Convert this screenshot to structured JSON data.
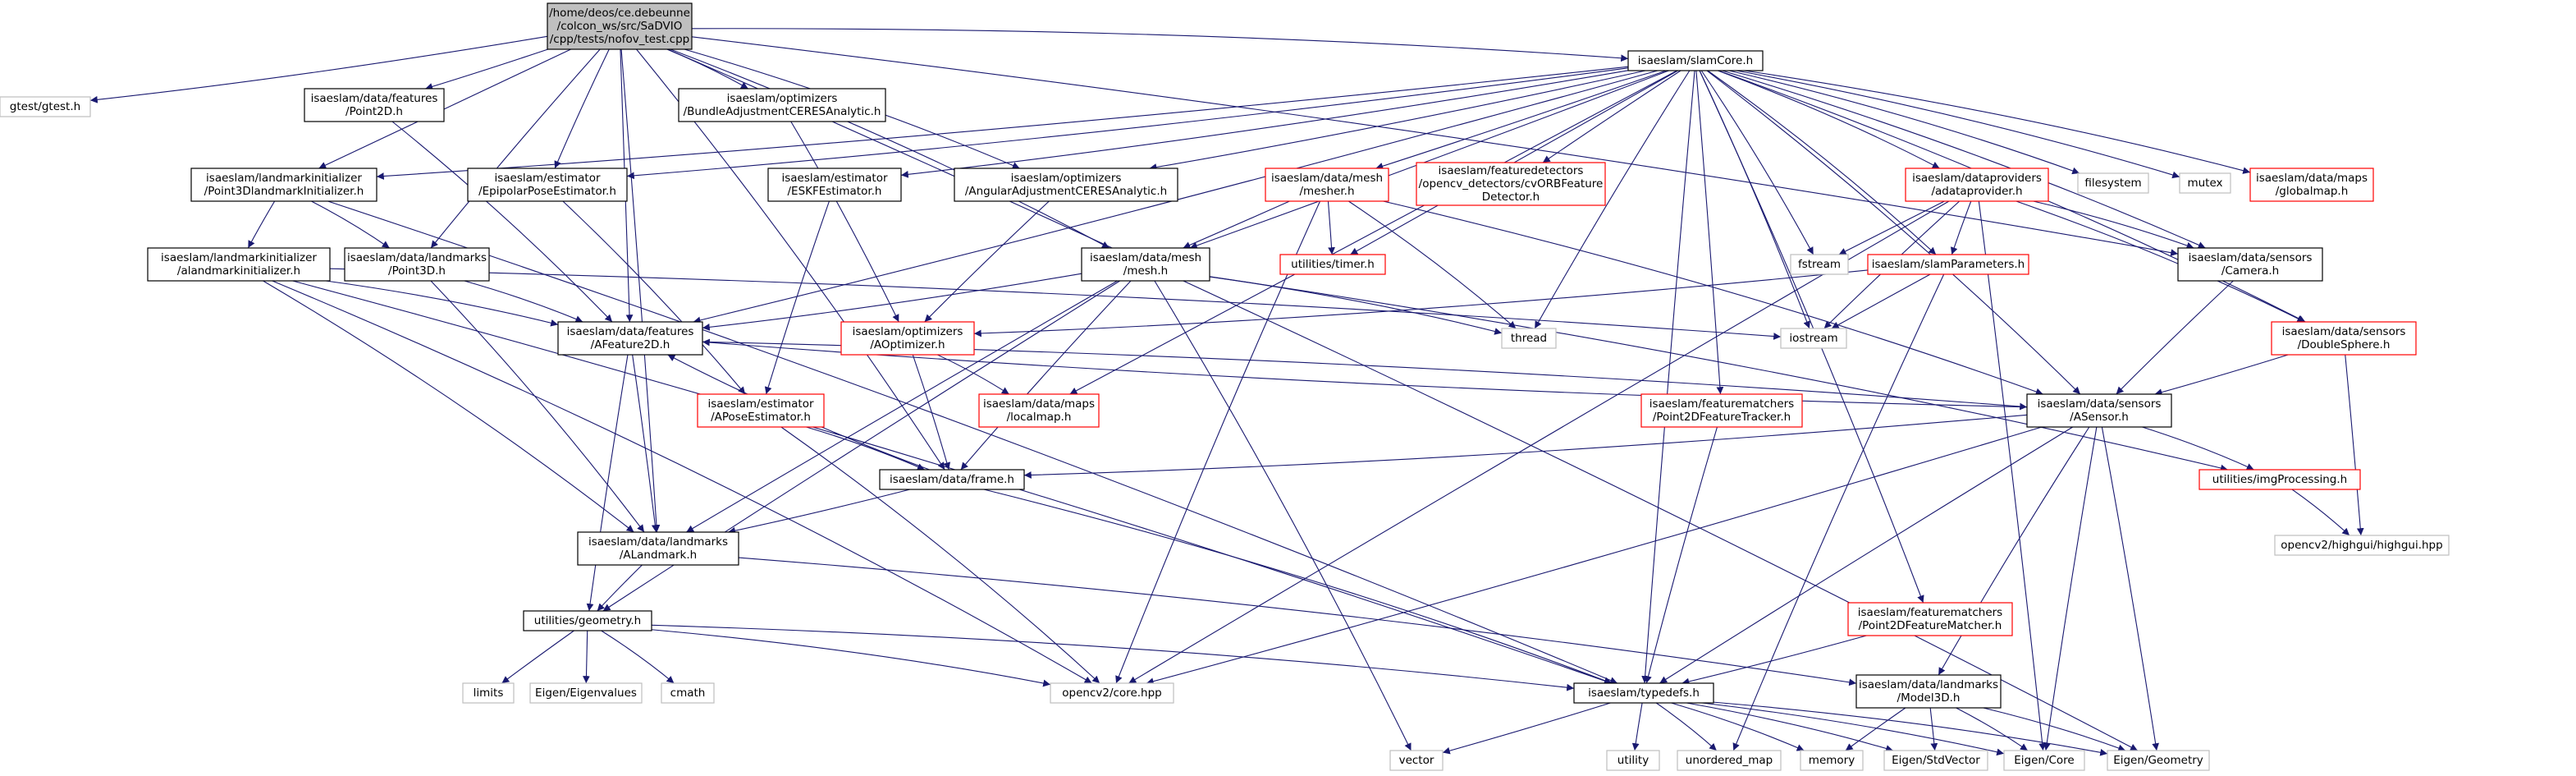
{
  "colors": {
    "edge": "#191970",
    "root_fill": "#bfbfbf",
    "root_border": "#000000",
    "doc_border": "#000000",
    "truncated_border": "#ff0000",
    "system_border": "#bfbfbf",
    "system_text": "#666666"
  },
  "nodes": [
    {
      "id": "root",
      "kind": "root",
      "lines": [
        "/home/deos/ce.debeunne",
        "/colcon_ws/src/SaDVIO",
        "/cpp/tests/nofov_test.cpp"
      ]
    },
    {
      "id": "gtest",
      "kind": "system",
      "lines": [
        "gtest/gtest.h"
      ]
    },
    {
      "id": "point2d",
      "kind": "doc",
      "lines": [
        "isaeslam/data/features",
        "/Point2D.h"
      ]
    },
    {
      "id": "bacere",
      "kind": "doc",
      "lines": [
        "isaeslam/optimizers",
        "/BundleAdjustmentCERESAnalytic.h"
      ]
    },
    {
      "id": "slamcore",
      "kind": "doc",
      "lines": [
        "isaeslam/slamCore.h"
      ]
    },
    {
      "id": "p3dinit",
      "kind": "doc",
      "lines": [
        "isaeslam/landmarkinitializer",
        "/Point3DlandmarkInitializer.h"
      ]
    },
    {
      "id": "epipolar",
      "kind": "doc",
      "lines": [
        "isaeslam/estimator",
        "/EpipolarPoseEstimator.h"
      ]
    },
    {
      "id": "eskf",
      "kind": "doc",
      "lines": [
        "isaeslam/estimator",
        "/ESKFEstimator.h"
      ]
    },
    {
      "id": "angular",
      "kind": "doc",
      "lines": [
        "isaeslam/optimizers",
        "/AngularAdjustmentCERESAnalytic.h"
      ]
    },
    {
      "id": "mesher",
      "kind": "truncated",
      "lines": [
        "isaeslam/data/mesh",
        "/mesher.h"
      ]
    },
    {
      "id": "orbdet",
      "kind": "truncated",
      "lines": [
        "isaeslam/featuredetectors",
        "/opencv_detectors/cvORBFeature",
        "Detector.h"
      ]
    },
    {
      "id": "adataprov",
      "kind": "truncated",
      "lines": [
        "isaeslam/dataproviders",
        "/adataprovider.h"
      ]
    },
    {
      "id": "filesystem",
      "kind": "system",
      "lines": [
        "filesystem"
      ]
    },
    {
      "id": "mutex",
      "kind": "system",
      "lines": [
        "mutex"
      ]
    },
    {
      "id": "globalmap",
      "kind": "truncated",
      "lines": [
        "isaeslam/data/maps",
        "/globalmap.h"
      ]
    },
    {
      "id": "alandinit",
      "kind": "doc",
      "lines": [
        "isaeslam/landmarkinitializer",
        "/alandmarkinitializer.h"
      ]
    },
    {
      "id": "point3d",
      "kind": "doc",
      "lines": [
        "isaeslam/data/landmarks",
        "/Point3D.h"
      ]
    },
    {
      "id": "meshh",
      "kind": "doc",
      "lines": [
        "isaeslam/data/mesh",
        "/mesh.h"
      ]
    },
    {
      "id": "timer",
      "kind": "truncated",
      "lines": [
        "utilities/timer.h"
      ]
    },
    {
      "id": "fstream",
      "kind": "system",
      "lines": [
        "fstream"
      ]
    },
    {
      "id": "slamparams",
      "kind": "truncated",
      "lines": [
        "isaeslam/slamParameters.h"
      ]
    },
    {
      "id": "camera",
      "kind": "doc",
      "lines": [
        "isaeslam/data/sensors",
        "/Camera.h"
      ]
    },
    {
      "id": "afeature2d",
      "kind": "doc",
      "lines": [
        "isaeslam/data/features",
        "/AFeature2D.h"
      ]
    },
    {
      "id": "aoptimizer",
      "kind": "truncated",
      "lines": [
        "isaeslam/optimizers",
        "/AOptimizer.h"
      ]
    },
    {
      "id": "thread",
      "kind": "system",
      "lines": [
        "thread"
      ]
    },
    {
      "id": "iostream",
      "kind": "system",
      "lines": [
        "iostream"
      ]
    },
    {
      "id": "doublesphere",
      "kind": "truncated",
      "lines": [
        "isaeslam/data/sensors",
        "/DoubleSphere.h"
      ]
    },
    {
      "id": "aposeest",
      "kind": "truncated",
      "lines": [
        "isaeslam/estimator",
        "/APoseEstimator.h"
      ]
    },
    {
      "id": "localmap",
      "kind": "truncated",
      "lines": [
        "isaeslam/data/maps",
        "/localmap.h"
      ]
    },
    {
      "id": "p2dtracker",
      "kind": "truncated",
      "lines": [
        "isaeslam/featurematchers",
        "/Point2DFeatureTracker.h"
      ]
    },
    {
      "id": "asensor",
      "kind": "doc",
      "lines": [
        "isaeslam/data/sensors",
        "/ASensor.h"
      ]
    },
    {
      "id": "frame",
      "kind": "doc",
      "lines": [
        "isaeslam/data/frame.h"
      ]
    },
    {
      "id": "imgproc",
      "kind": "truncated",
      "lines": [
        "utilities/imgProcessing.h"
      ]
    },
    {
      "id": "alandmark",
      "kind": "doc",
      "lines": [
        "isaeslam/data/landmarks",
        "/ALandmark.h"
      ]
    },
    {
      "id": "highgui",
      "kind": "system",
      "lines": [
        "opencv2/highgui/highgui.hpp"
      ]
    },
    {
      "id": "geometry",
      "kind": "doc",
      "lines": [
        "utilities/geometry.h"
      ]
    },
    {
      "id": "p2dmatcher",
      "kind": "truncated",
      "lines": [
        "isaeslam/featurematchers",
        "/Point2DFeatureMatcher.h"
      ]
    },
    {
      "id": "limits",
      "kind": "system",
      "lines": [
        "limits"
      ]
    },
    {
      "id": "eigvals",
      "kind": "system",
      "lines": [
        "Eigen/Eigenvalues"
      ]
    },
    {
      "id": "cmath",
      "kind": "system",
      "lines": [
        "cmath"
      ]
    },
    {
      "id": "cvcore",
      "kind": "system",
      "lines": [
        "opencv2/core.hpp"
      ]
    },
    {
      "id": "typedefs",
      "kind": "doc",
      "lines": [
        "isaeslam/typedefs.h"
      ]
    },
    {
      "id": "model3d",
      "kind": "doc",
      "lines": [
        "isaeslam/data/landmarks",
        "/Model3D.h"
      ]
    },
    {
      "id": "vector",
      "kind": "system",
      "lines": [
        "vector"
      ]
    },
    {
      "id": "utility",
      "kind": "system",
      "lines": [
        "utility"
      ]
    },
    {
      "id": "umap",
      "kind": "system",
      "lines": [
        "unordered_map"
      ]
    },
    {
      "id": "memory",
      "kind": "system",
      "lines": [
        "memory"
      ]
    },
    {
      "id": "stdvector",
      "kind": "system",
      "lines": [
        "Eigen/StdVector"
      ]
    },
    {
      "id": "eigcore",
      "kind": "system",
      "lines": [
        "Eigen/Core"
      ]
    },
    {
      "id": "eiggeom",
      "kind": "system",
      "lines": [
        "Eigen/Geometry"
      ]
    }
  ],
  "edges": [
    [
      "root",
      "gtest"
    ],
    [
      "root",
      "point2d"
    ],
    [
      "root",
      "bacere"
    ],
    [
      "root",
      "slamcore"
    ],
    [
      "root",
      "p3dinit"
    ],
    [
      "root",
      "epipolar"
    ],
    [
      "root",
      "angular"
    ],
    [
      "root",
      "point3d"
    ],
    [
      "root",
      "alandmark"
    ],
    [
      "root",
      "frame"
    ],
    [
      "root",
      "afeature2d"
    ],
    [
      "root",
      "meshh"
    ],
    [
      "root",
      "camera"
    ],
    [
      "root",
      "eiggeom"
    ],
    [
      "point2d",
      "afeature2d"
    ],
    [
      "bacere",
      "aoptimizer"
    ],
    [
      "slamcore",
      "p3dinit"
    ],
    [
      "slamcore",
      "epipolar"
    ],
    [
      "slamcore",
      "eskf"
    ],
    [
      "slamcore",
      "angular"
    ],
    [
      "slamcore",
      "mesher"
    ],
    [
      "slamcore",
      "orbdet"
    ],
    [
      "slamcore",
      "adataprov"
    ],
    [
      "slamcore",
      "filesystem"
    ],
    [
      "slamcore",
      "mutex"
    ],
    [
      "slamcore",
      "globalmap"
    ],
    [
      "slamcore",
      "afeature2d"
    ],
    [
      "slamcore",
      "meshh"
    ],
    [
      "slamcore",
      "timer"
    ],
    [
      "slamcore",
      "fstream"
    ],
    [
      "slamcore",
      "slamparams"
    ],
    [
      "slamcore",
      "thread"
    ],
    [
      "slamcore",
      "iostream"
    ],
    [
      "slamcore",
      "doublesphere"
    ],
    [
      "slamcore",
      "asensor"
    ],
    [
      "slamcore",
      "typedefs"
    ],
    [
      "slamcore",
      "p2dtracker"
    ],
    [
      "slamcore",
      "p2dmatcher"
    ],
    [
      "slamcore",
      "localmap"
    ],
    [
      "slamcore",
      "camera"
    ],
    [
      "p3dinit",
      "alandinit"
    ],
    [
      "p3dinit",
      "point3d"
    ],
    [
      "p3dinit",
      "typedefs"
    ],
    [
      "epipolar",
      "aposeest"
    ],
    [
      "eskf",
      "aposeest"
    ],
    [
      "angular",
      "aoptimizer"
    ],
    [
      "mesher",
      "meshh"
    ],
    [
      "mesher",
      "timer"
    ],
    [
      "mesher",
      "thread"
    ],
    [
      "mesher",
      "cvcore"
    ],
    [
      "mesher",
      "asensor"
    ],
    [
      "adataprov",
      "fstream"
    ],
    [
      "adataprov",
      "slamparams"
    ],
    [
      "adataprov",
      "camera"
    ],
    [
      "adataprov",
      "doublesphere"
    ],
    [
      "adataprov",
      "iostream"
    ],
    [
      "adataprov",
      "cvcore"
    ],
    [
      "adataprov",
      "eigcore"
    ],
    [
      "alandinit",
      "afeature2d"
    ],
    [
      "alandinit",
      "alandmark"
    ],
    [
      "alandinit",
      "iostream"
    ],
    [
      "alandinit",
      "typedefs"
    ],
    [
      "alandinit",
      "cvcore"
    ],
    [
      "point3d",
      "afeature2d"
    ],
    [
      "point3d",
      "alandmark"
    ],
    [
      "meshh",
      "afeature2d"
    ],
    [
      "meshh",
      "frame"
    ],
    [
      "meshh",
      "alandmark"
    ],
    [
      "meshh",
      "thread"
    ],
    [
      "meshh",
      "vector"
    ],
    [
      "meshh",
      "geometry"
    ],
    [
      "meshh",
      "imgproc"
    ],
    [
      "slamparams",
      "aoptimizer"
    ],
    [
      "slamparams",
      "iostream"
    ],
    [
      "slamparams",
      "umap"
    ],
    [
      "camera",
      "asensor"
    ],
    [
      "afeature2d",
      "asensor"
    ],
    [
      "afeature2d",
      "alandmark"
    ],
    [
      "afeature2d",
      "geometry"
    ],
    [
      "aoptimizer",
      "localmap"
    ],
    [
      "aoptimizer",
      "frame"
    ],
    [
      "doublesphere",
      "asensor"
    ],
    [
      "doublesphere",
      "highgui"
    ],
    [
      "aposeest",
      "frame"
    ],
    [
      "aposeest",
      "cvcore"
    ],
    [
      "p2dtracker",
      "typedefs"
    ],
    [
      "asensor",
      "afeature2d"
    ],
    [
      "asensor",
      "frame"
    ],
    [
      "asensor",
      "imgproc"
    ],
    [
      "asensor",
      "model3d"
    ],
    [
      "asensor",
      "typedefs"
    ],
    [
      "asensor",
      "cvcore"
    ],
    [
      "asensor",
      "eigcore"
    ],
    [
      "asensor",
      "eiggeom"
    ],
    [
      "frame",
      "afeature2d"
    ],
    [
      "frame",
      "alandmark"
    ],
    [
      "frame",
      "typedefs"
    ],
    [
      "imgproc",
      "highgui"
    ],
    [
      "alandmark",
      "geometry"
    ],
    [
      "alandmark",
      "model3d"
    ],
    [
      "geometry",
      "limits"
    ],
    [
      "geometry",
      "eigvals"
    ],
    [
      "geometry",
      "cmath"
    ],
    [
      "geometry",
      "cvcore"
    ],
    [
      "geometry",
      "typedefs"
    ],
    [
      "p2dmatcher",
      "typedefs"
    ],
    [
      "typedefs",
      "vector"
    ],
    [
      "typedefs",
      "utility"
    ],
    [
      "typedefs",
      "umap"
    ],
    [
      "typedefs",
      "memory"
    ],
    [
      "typedefs",
      "stdvector"
    ],
    [
      "typedefs",
      "eigcore"
    ],
    [
      "typedefs",
      "eiggeom"
    ],
    [
      "model3d",
      "memory"
    ],
    [
      "model3d",
      "stdvector"
    ],
    [
      "model3d",
      "eigcore"
    ],
    [
      "model3d",
      "eiggeom"
    ]
  ]
}
